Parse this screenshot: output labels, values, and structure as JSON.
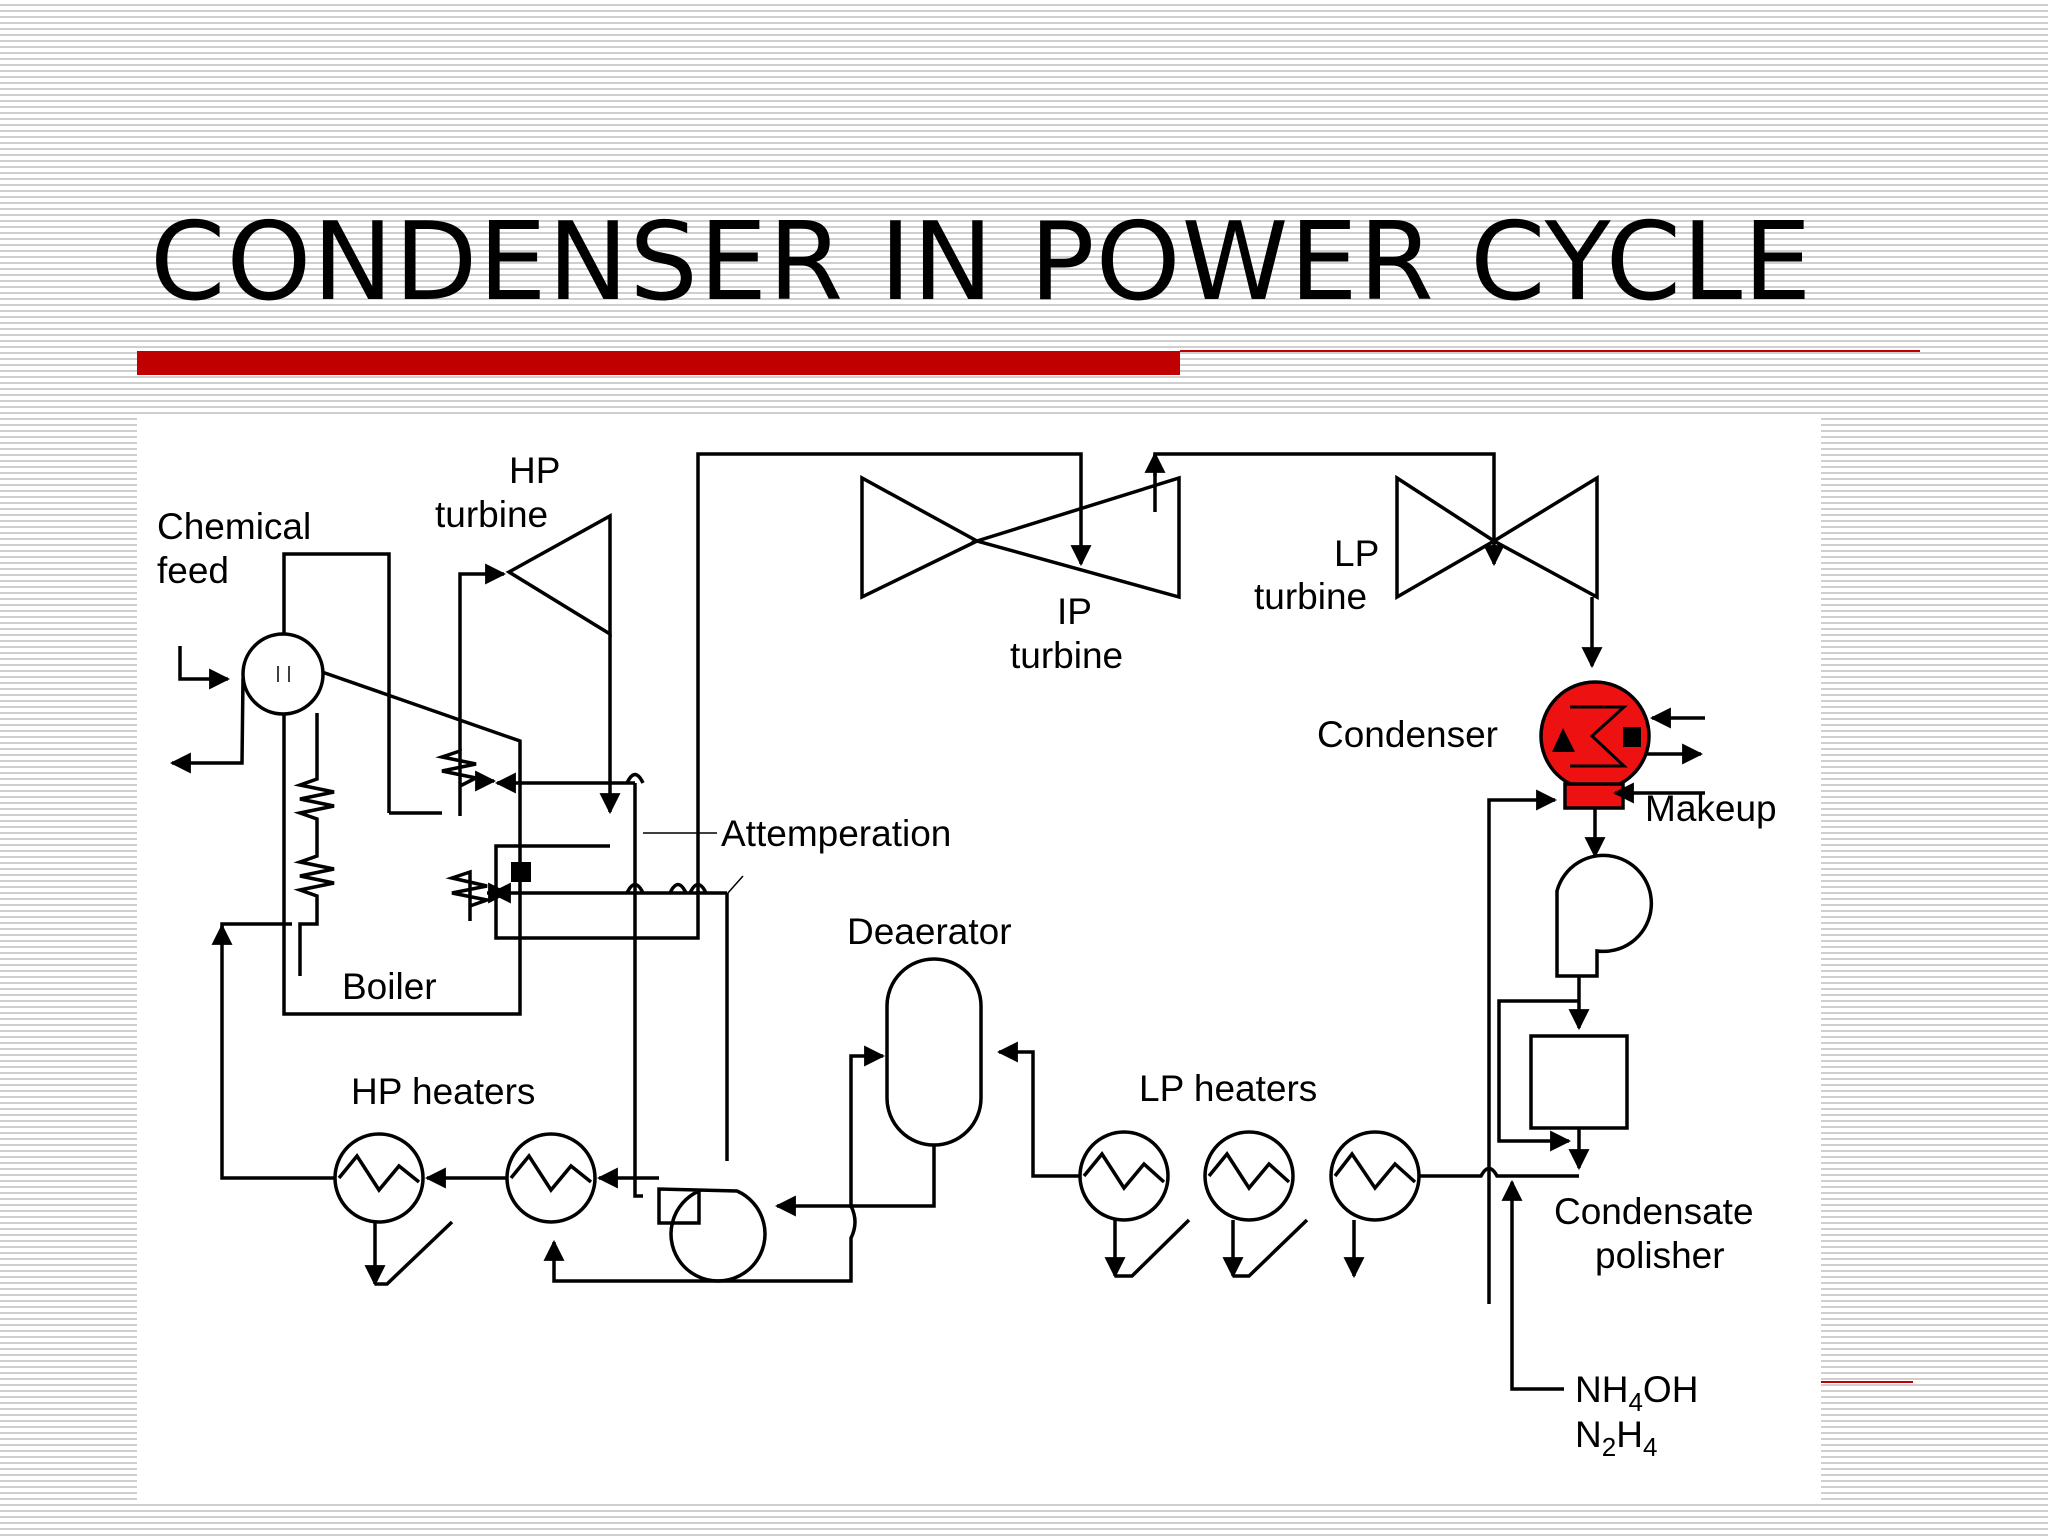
{
  "slide": {
    "title": "CONDENSER IN POWER CYCLE",
    "accent_color": "#c00000",
    "condenser_color": "#ee1111"
  },
  "diagram": {
    "labels": {
      "chemical_line1": "Chemical",
      "chemical_line2": "feed",
      "hp_turbine_line1": "HP",
      "hp_turbine_line2": "turbine",
      "ip_turbine_line1": "IP",
      "ip_turbine_line2": "turbine",
      "lp_turbine_line1": "LP",
      "lp_turbine_line2": "turbine",
      "condenser": "Condenser",
      "makeup": "Makeup",
      "attemperation": "Attemperation",
      "deaerator": "Deaerator",
      "boiler": "Boiler",
      "hp_heaters": "HP heaters",
      "lp_heaters": "LP heaters",
      "polisher_line1": "Condensate",
      "polisher_line2": "polisher",
      "chem1_a": "NH",
      "chem1_b": "4",
      "chem1_c": "OH",
      "chem2_a": "N",
      "chem2_b": "2",
      "chem2_c": "H",
      "chem2_d": "4"
    }
  }
}
